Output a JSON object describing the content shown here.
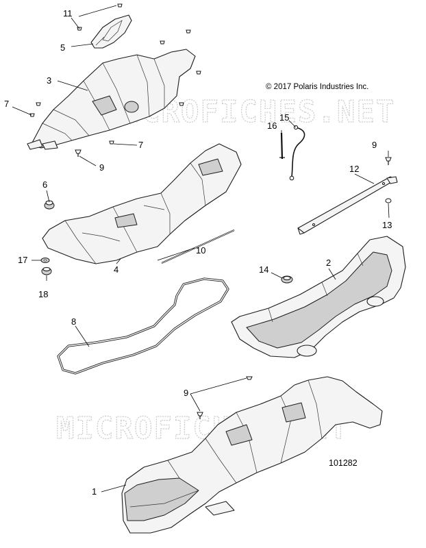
{
  "copyright": "© 2017 Polaris Industries Inc.",
  "diagram_number": "101282",
  "watermark": "MICROFICHES.NET",
  "callouts": {
    "c1": "1",
    "c2": "2",
    "c3": "3",
    "c4": "4",
    "c5": "5",
    "c6": "6",
    "c7a": "7",
    "c7b": "7",
    "c8": "8",
    "c9a": "9",
    "c9b": "9",
    "c9c": "9",
    "c10": "10",
    "c11": "11",
    "c12": "12",
    "c13": "13",
    "c14": "14",
    "c15": "15",
    "c16": "16",
    "c17": "17",
    "c18": "18"
  }
}
